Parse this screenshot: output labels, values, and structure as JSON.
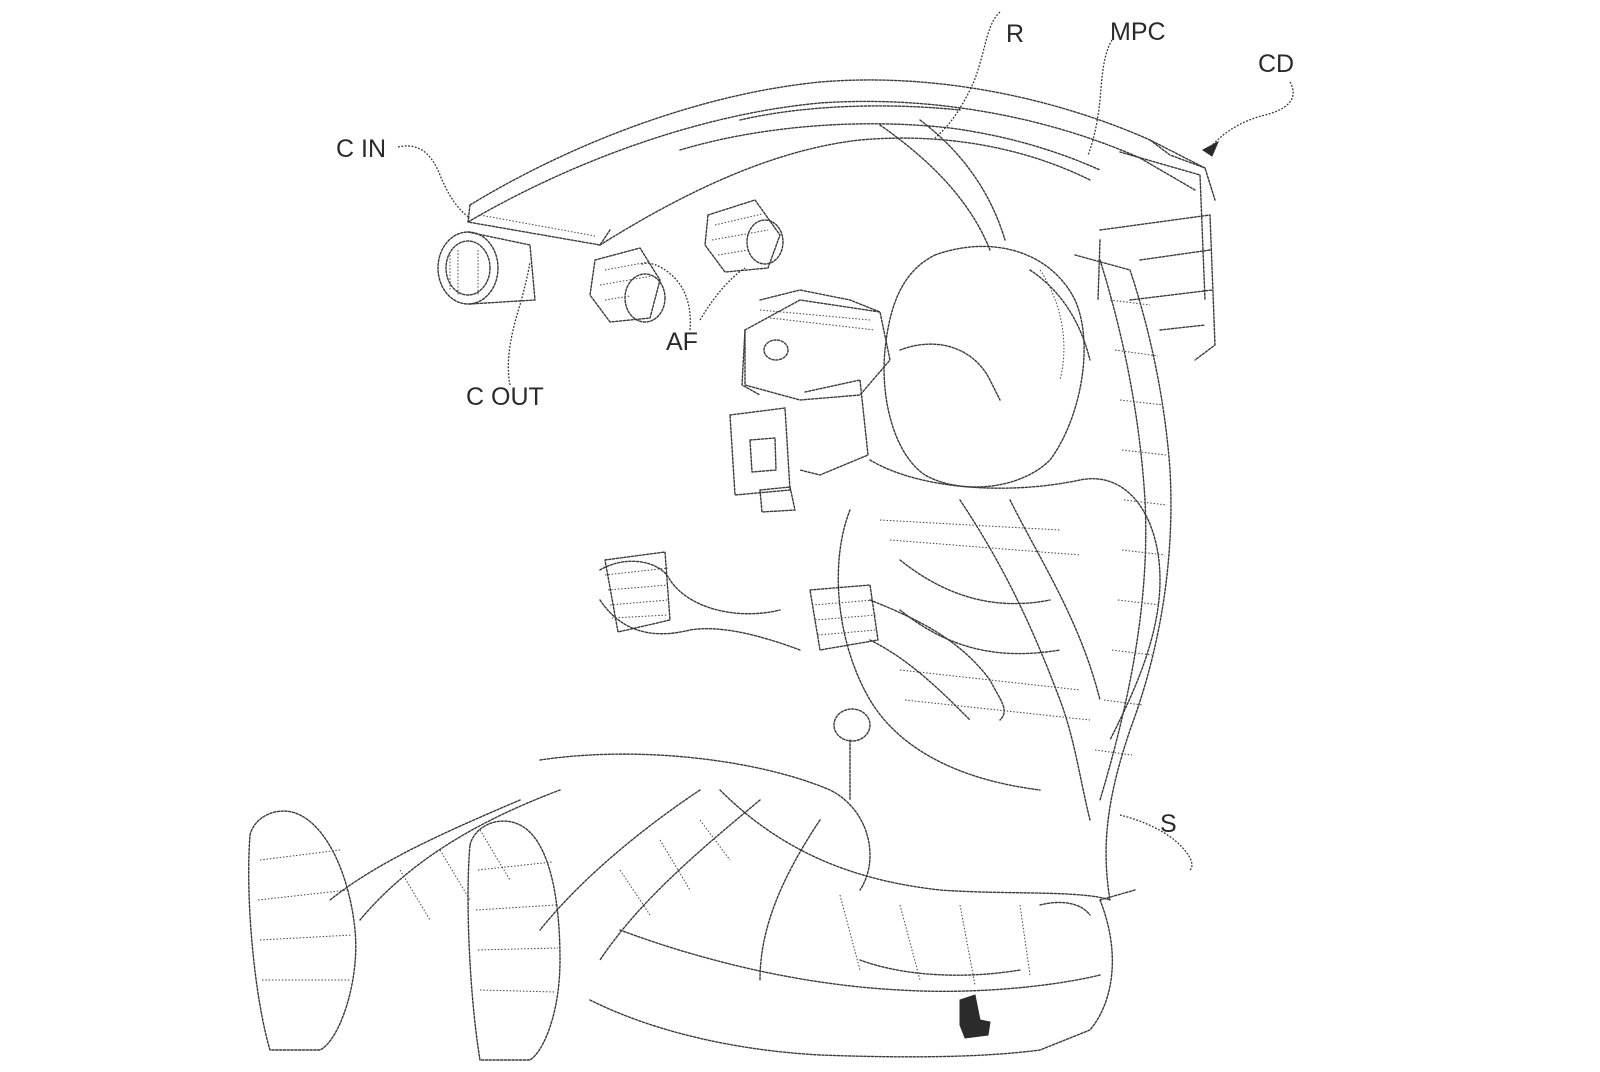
{
  "figure": {
    "labels": {
      "r": "R",
      "mpc": "MPC",
      "cd": "CD",
      "c_in": "C IN",
      "c_out": "C OUT",
      "af": "AF",
      "s": "S"
    }
  }
}
